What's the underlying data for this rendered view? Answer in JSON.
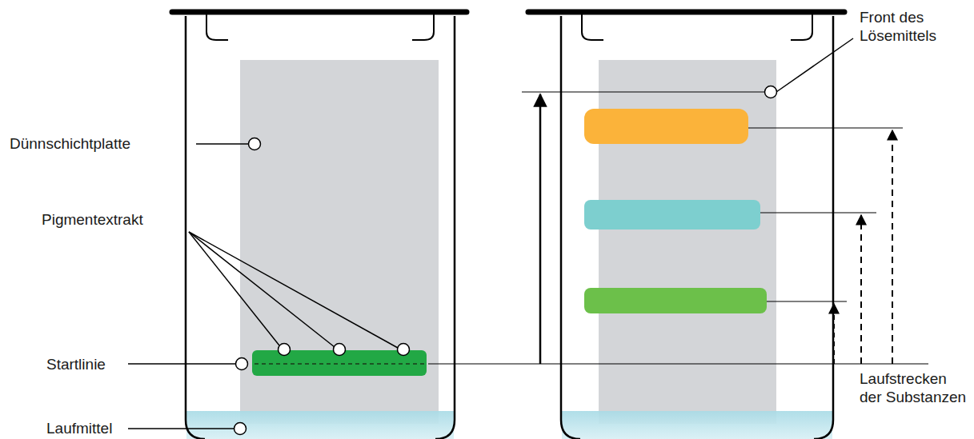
{
  "diagram": {
    "labels": [
      "Dünnschichtplatte",
      "Pigmentextrakt",
      "Startlinie",
      "Laufmittel",
      "Front des Lösemittels",
      "Laufstrecken der Substanzen"
    ]
  }
}
